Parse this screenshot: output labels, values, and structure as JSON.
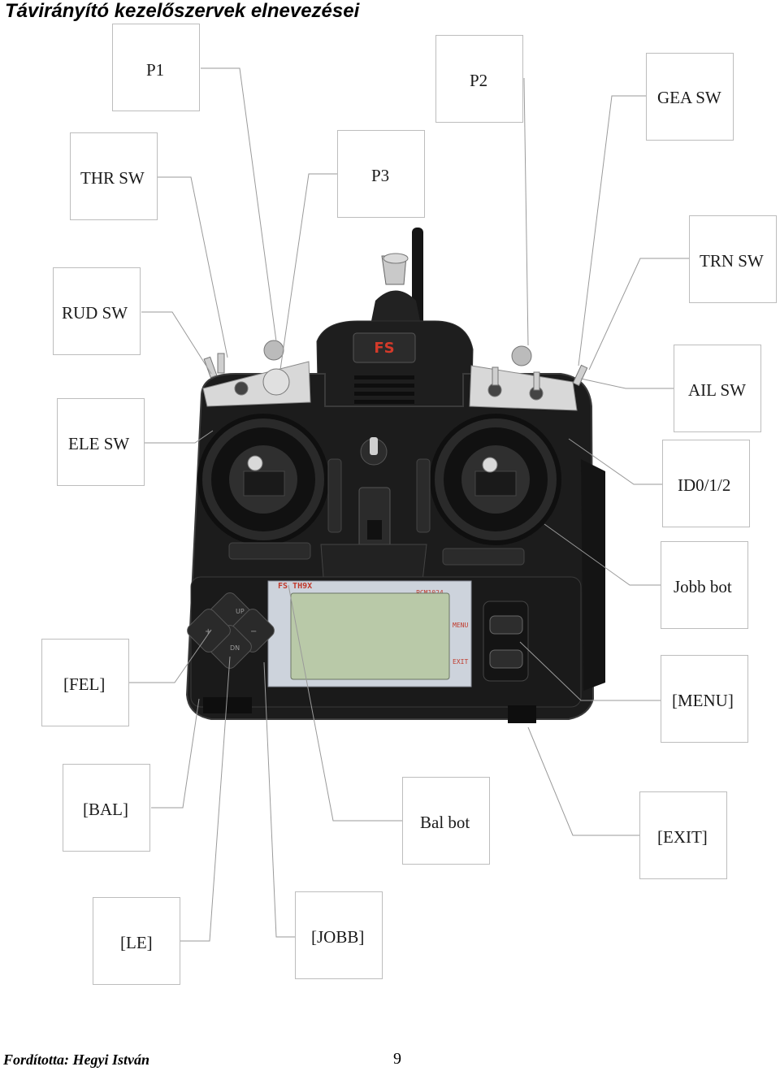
{
  "title": "Távirányító kezelőszervek elnevezései",
  "labels": {
    "p1": "P1",
    "p2": "P2",
    "gea_sw": "GEA SW",
    "thr_sw": "THR SW",
    "p3": "P3",
    "trn_sw": "TRN SW",
    "rud_sw": "RUD SW",
    "ail_sw": "AIL SW",
    "ele_sw": "ELE SW",
    "id012": "ID0/1/2",
    "jobb_bot": "Jobb bot",
    "fel": "[FEL]",
    "menu": "[MENU]",
    "bal": "[BAL]",
    "bal_bot": "Bal bot",
    "exit": "[EXIT]",
    "le": "[LE]",
    "jobb": "[JOBB]"
  },
  "transmitter": {
    "model": "FS TH9X",
    "pcm": "PCM1024",
    "menu_key": "MENU",
    "exit_key": "EXIT",
    "up_key": "UP",
    "dn_key": "DN",
    "plus_key": "+",
    "minus_key": "−",
    "brand_logo": "flysky-logo"
  },
  "footer": {
    "author": "Fordította: Hegyi István",
    "page_number": "9"
  },
  "colors": {
    "leader_line": "#9a9a9a",
    "box_border": "#bdbdbd",
    "body": "#1c1c1c",
    "lcd": "#b9c9a8"
  }
}
